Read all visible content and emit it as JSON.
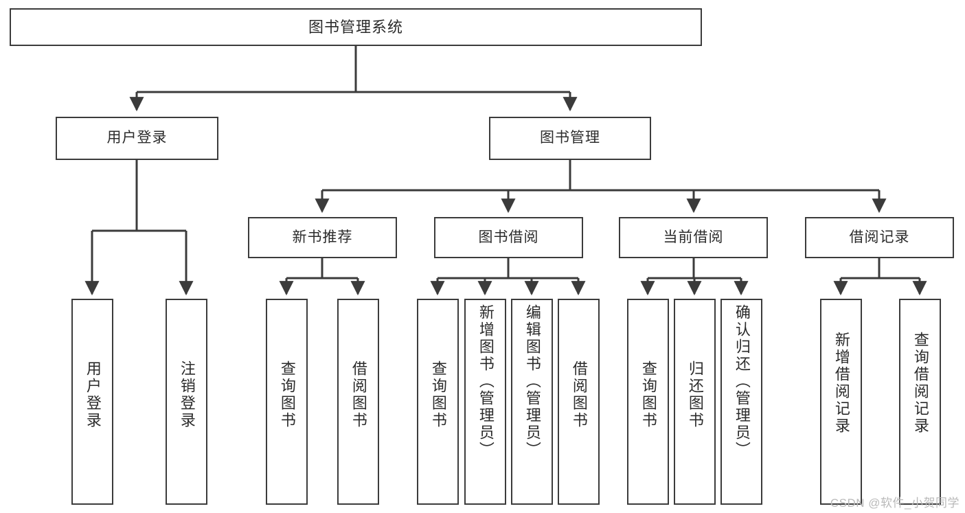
{
  "diagram": {
    "title": "图书管理系统",
    "type": "hierarchy-tree",
    "watermark": "CSDN @软件_小贺同学",
    "colors": {
      "border": "#3b3b3b",
      "background": "#ffffff",
      "text": "#2b2b2b",
      "watermark": "#b9b9b9"
    },
    "nodes": {
      "root": {
        "label": "图书管理系统",
        "level": 1
      },
      "level2": [
        {
          "id": "user-login",
          "label": "用户登录"
        },
        {
          "id": "book-management",
          "label": "图书管理"
        }
      ],
      "level3": [
        {
          "id": "new-book-recommend",
          "label": "新书推荐"
        },
        {
          "id": "book-borrow",
          "label": "图书借阅"
        },
        {
          "id": "current-borrow",
          "label": "当前借阅"
        },
        {
          "id": "borrow-record",
          "label": "借阅记录"
        }
      ],
      "leaves": {
        "user-login": [
          {
            "id": "leaf-user-login",
            "label": "用户登录"
          },
          {
            "id": "leaf-user-logout",
            "label": "注销登录"
          }
        ],
        "new-book-recommend": [
          {
            "id": "leaf-query-book-1",
            "label": "查询图书"
          },
          {
            "id": "leaf-borrow-book-1",
            "label": "借阅图书"
          }
        ],
        "book-borrow": [
          {
            "id": "leaf-query-book-2",
            "label": "查询图书"
          },
          {
            "id": "leaf-add-book",
            "label": "新增图书（管理员）"
          },
          {
            "id": "leaf-edit-book",
            "label": "编辑图书（管理员）"
          },
          {
            "id": "leaf-borrow-book-2",
            "label": "借阅图书"
          }
        ],
        "current-borrow": [
          {
            "id": "leaf-query-book-3",
            "label": "查询图书"
          },
          {
            "id": "leaf-return-book",
            "label": "归还图书"
          },
          {
            "id": "leaf-confirm-return",
            "label": "确认归还（管理员）"
          }
        ],
        "borrow-record": [
          {
            "id": "leaf-add-record",
            "label": "新增借阅记录"
          },
          {
            "id": "leaf-query-record",
            "label": "查询借阅记录"
          }
        ]
      }
    }
  }
}
